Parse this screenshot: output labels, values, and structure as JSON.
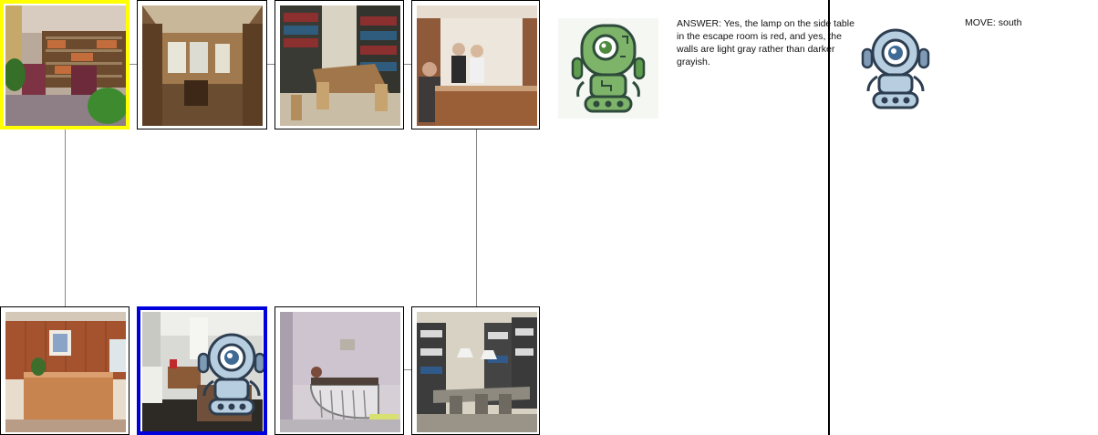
{
  "map": {
    "rooms": [
      {
        "name": "library-reading-room",
        "highlight": "yellow"
      },
      {
        "name": "wood-paneled-lounge",
        "highlight": "none"
      },
      {
        "name": "library-study-table",
        "highlight": "none"
      },
      {
        "name": "reception-counter",
        "highlight": "none"
      },
      {
        "name": "wood-front-desk",
        "highlight": "none"
      },
      {
        "name": "escape-room-office",
        "highlight": "blue"
      },
      {
        "name": "curved-desk-room",
        "highlight": "none"
      },
      {
        "name": "library-tables",
        "highlight": "none"
      }
    ],
    "player_room": "escape-room-office"
  },
  "colors": {
    "start_border": "#ffff00",
    "current_border": "#0000dd",
    "connector": "#888888"
  },
  "agents": {
    "answerer": {
      "icon": "green-robot-icon",
      "message": "ANSWER: Yes, the lamp on the side table in the escape room is red, and yes, the walls are light gray rather than darker grayish."
    },
    "mover": {
      "icon": "blue-robot-icon",
      "message": "MOVE: south"
    }
  }
}
